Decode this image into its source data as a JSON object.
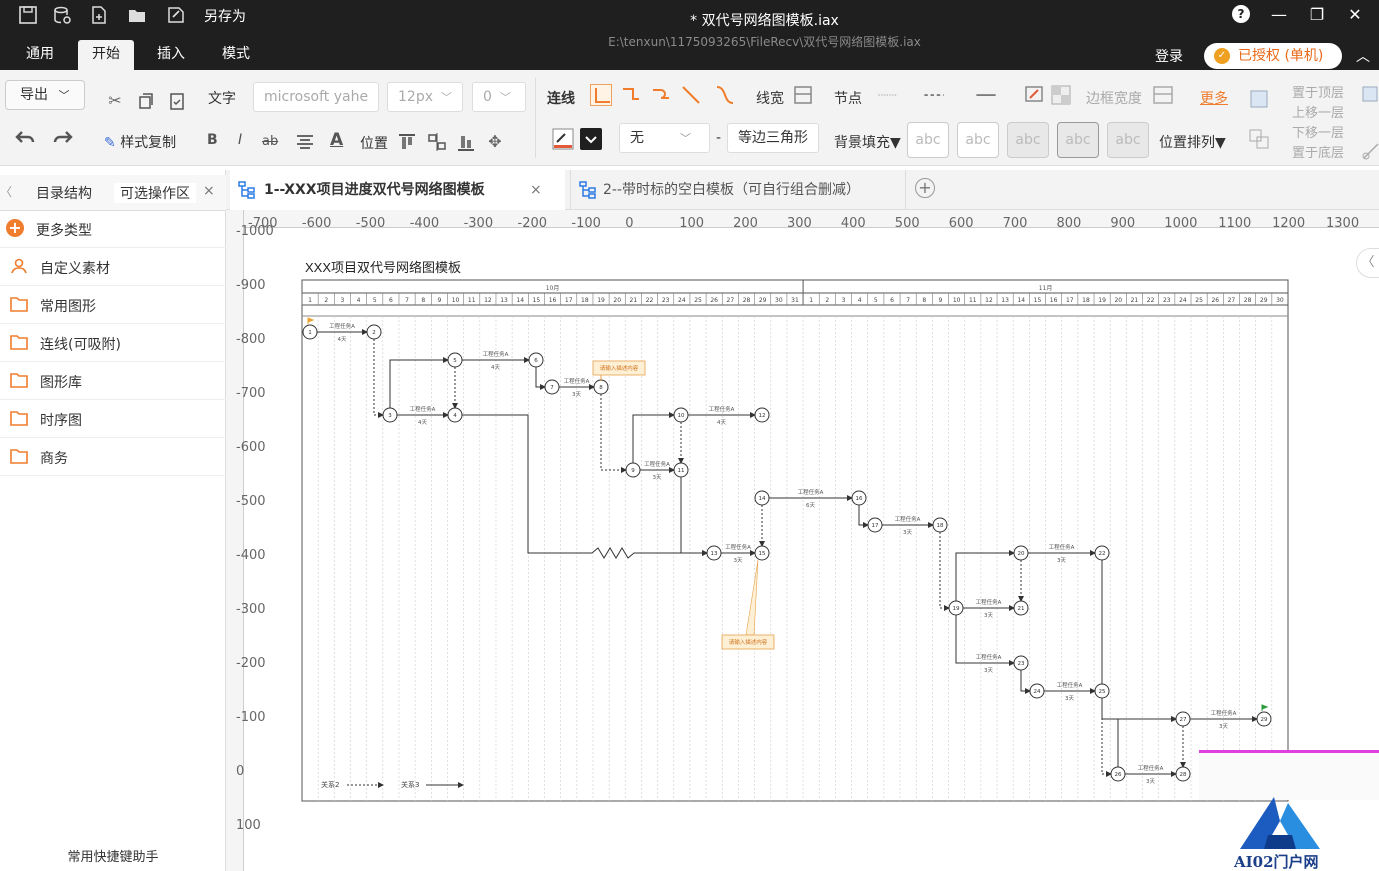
{
  "titlebar": {
    "save_as": "另存为",
    "doc_title": "*  双代号网络图模板.iax",
    "doc_path": "E:\\tenxun\\1175093265\\FileRecv\\双代号网络图模板.iax",
    "help": "?",
    "minimize": "—",
    "restore": "❐",
    "close": "✕"
  },
  "menu": {
    "tabs": [
      "通用",
      "开始",
      "插入",
      "模式"
    ],
    "login": "登录",
    "licensed": "已授权 (单机)"
  },
  "ribbon": {
    "export": "导出",
    "text_label": "文字",
    "font": "microsoft yahe",
    "font_size": "12px",
    "spacing": "0",
    "format_painter": "样式复制",
    "bold": "B",
    "italic": "I",
    "strike": "ab",
    "font_color": "A",
    "position": "位置",
    "connector": "连线",
    "line_width": "线宽",
    "node": "节点",
    "fill_none": "无",
    "arrow": "等边三角形",
    "dash": "-",
    "border_width": "边框宽度",
    "more": "更多",
    "bg_fill": "背景填充▼",
    "abc": [
      "abc",
      "abc",
      "abc",
      "abc",
      "abc"
    ],
    "arrange": "位置排列▼",
    "layers": [
      "置于顶层",
      "上移一层",
      "下移一层",
      "置于底层"
    ]
  },
  "leftpanel": {
    "tabs": [
      "目录结构",
      "可选操作区"
    ],
    "tab_close": "×",
    "items": [
      "更多类型",
      "自定义素材",
      "常用图形",
      "连线(可吸附)",
      "图形库",
      "时序图",
      "商务"
    ],
    "shortcut_helper": "常用快捷键助手"
  },
  "doctabs": {
    "tab1": "1--XXX项目进度双代号网络图模板",
    "tab2": "2--带时标的空白模板（可自行组合删减）",
    "close": "×",
    "add": "+"
  },
  "canvas": {
    "ruler_top": [
      "-700",
      "-600",
      "-500",
      "-400",
      "-300",
      "-200",
      "-100",
      "0",
      "100",
      "200",
      "300",
      "400",
      "500",
      "600",
      "700",
      "800",
      "900",
      "1000",
      "1100",
      "1200",
      "1300"
    ],
    "ruler_left": [
      "-1000",
      "-900",
      "-800",
      "-700",
      "-600",
      "-500",
      "-400",
      "-300",
      "-200",
      "-100",
      "0",
      "100"
    ],
    "diagram_title": "XXX项目双代号网络图模板",
    "month1": "10月",
    "month2": "11月",
    "days1": 31,
    "days2": 30,
    "task_label": "工程任务A",
    "callout": "请输入描述内容",
    "legend": [
      "关系2",
      "关系3"
    ]
  },
  "watermark": "AI02门户网",
  "colors": {
    "titlebar": "#1f1f1f",
    "ribbon": "#f3f3f3",
    "accent_orange": "#ef7d2d",
    "link_blue": "#2d7be5",
    "callout_bg": "#fdf0d5",
    "callout_border": "#e8a04a",
    "minimap_border": "#e040e0"
  }
}
